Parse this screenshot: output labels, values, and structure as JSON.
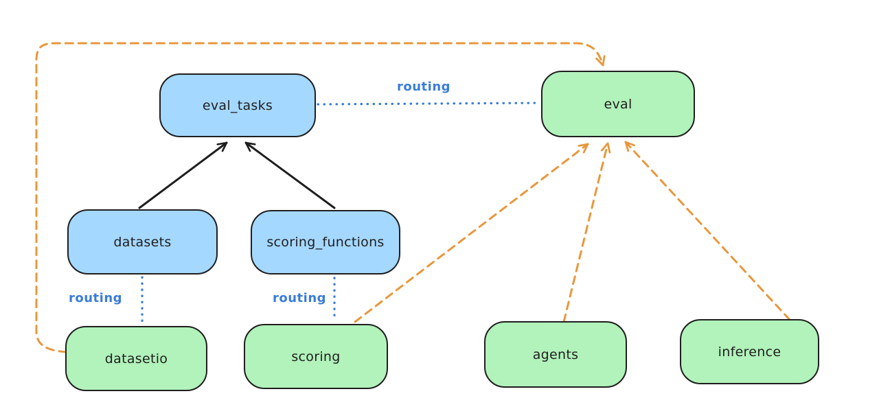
{
  "nodes": {
    "eval_tasks": {
      "label": "eval_tasks",
      "type": "blue"
    },
    "eval": {
      "label": "eval",
      "type": "green"
    },
    "datasets": {
      "label": "datasets",
      "type": "blue"
    },
    "scoring_functions": {
      "label": "scoring_functions",
      "type": "blue"
    },
    "datasetio": {
      "label": "datasetio",
      "type": "green"
    },
    "scoring": {
      "label": "scoring",
      "type": "green"
    },
    "agents": {
      "label": "agents",
      "type": "green"
    },
    "inference": {
      "label": "inference",
      "type": "green"
    }
  },
  "labels": {
    "routing": "routing"
  },
  "edges": [
    {
      "from": "datasets",
      "to": "eval_tasks",
      "style": "solid-arrow",
      "color": "black"
    },
    {
      "from": "scoring_functions",
      "to": "eval_tasks",
      "style": "solid-arrow",
      "color": "black"
    },
    {
      "from": "eval_tasks",
      "to": "eval",
      "style": "dotted",
      "color": "blue",
      "label": "routing"
    },
    {
      "from": "datasets",
      "to": "datasetio",
      "style": "dotted",
      "color": "blue",
      "label": "routing"
    },
    {
      "from": "scoring_functions",
      "to": "scoring",
      "style": "dotted",
      "color": "blue",
      "label": "routing"
    },
    {
      "from": "datasetio",
      "to": "eval",
      "style": "dashed-arrow",
      "color": "orange"
    },
    {
      "from": "scoring",
      "to": "eval",
      "style": "dashed-arrow",
      "color": "orange"
    },
    {
      "from": "agents",
      "to": "eval",
      "style": "dashed-arrow",
      "color": "orange"
    },
    {
      "from": "inference",
      "to": "eval",
      "style": "dashed-arrow",
      "color": "orange"
    }
  ],
  "colors": {
    "background": "#ffffff",
    "node_stroke": "#1e1e1e",
    "blue_fill": "#a5d8ff",
    "green_fill": "#b2f2bb",
    "routing_blue": "#3b7dd8",
    "edge_orange": "#e8973c",
    "edge_black": "#1e1e1e"
  }
}
